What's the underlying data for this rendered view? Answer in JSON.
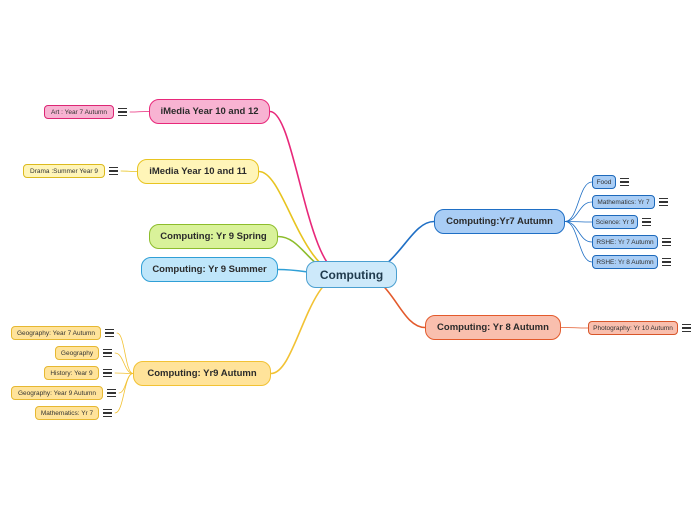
{
  "center": {
    "label": "Computing"
  },
  "branches": [
    {
      "id": "imedia-10-12",
      "label": "iMedia Year 10 and 12",
      "color": "#e8287a",
      "fill": "#f8b3d2",
      "children": [
        {
          "label": "Art : Year 7 Autumn",
          "note": true
        }
      ]
    },
    {
      "id": "imedia-10-11",
      "label": "iMedia Year 10 and 11",
      "color": "#e8c420",
      "fill": "#fff5b8",
      "children": [
        {
          "label": "Drama :Summer Year 9",
          "note": true
        }
      ]
    },
    {
      "id": "yr9-spring",
      "label": "Computing: Yr 9 Spring",
      "color": "#8dbd2c",
      "fill": "#d9f29a",
      "children": []
    },
    {
      "id": "yr9-summer",
      "label": "Computing: Yr 9 Summer",
      "color": "#2f9fd6",
      "fill": "#bfe6fa",
      "children": []
    },
    {
      "id": "yr9-autumn",
      "label": "Computing: Yr9 Autumn",
      "color": "#f2c234",
      "fill": "#ffe39a",
      "children": [
        {
          "label": "Geography: Year 7 Autumn",
          "note": true
        },
        {
          "label": "Geography",
          "note": true
        },
        {
          "label": "History: Year 9",
          "note": true
        },
        {
          "label": "Geography: Year 9 Autumn",
          "note": true
        },
        {
          "label": "Mathematics: Yr 7",
          "note": true
        }
      ]
    },
    {
      "id": "yr7-autumn",
      "label": "Computing:Yr7 Autumn",
      "color": "#1f6fc5",
      "fill": "#a9cdf5",
      "children": [
        {
          "label": "Food",
          "note": true
        },
        {
          "label": "Mathematics: Yr 7",
          "note": true
        },
        {
          "label": "Science: Yr 9",
          "note": true
        },
        {
          "label": "RSHE: Yr 7 Autumn",
          "note": true
        },
        {
          "label": "RSHE: Yr 8 Autumn",
          "note": true
        }
      ]
    },
    {
      "id": "yr8-autumn",
      "label": "Computing: Yr 8 Autumn",
      "color": "#e35a2c",
      "fill": "#f9bfae",
      "children": [
        {
          "label": "Photography: Yr 10 Autumn",
          "note": true
        }
      ]
    }
  ]
}
